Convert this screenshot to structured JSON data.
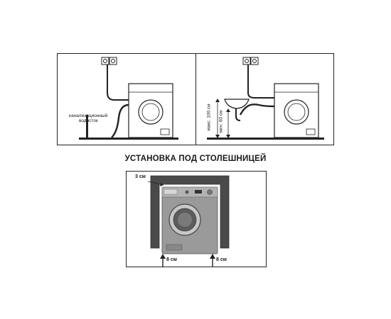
{
  "diagrams": {
    "left": {
      "drain_label_line1": "канализационный",
      "drain_label_line2": "водосток"
    },
    "right": {
      "max_height_label": "макс. 100 см",
      "min_height_label": "мин. 60 см"
    }
  },
  "section_title": "УСТАНОВКА ПОД СТОЛЕШНИЦЕЙ",
  "under_counter": {
    "top_gap_label": "3 см",
    "left_bottom_gap_label": "8 см",
    "right_bottom_gap_label": "8 см"
  },
  "colors": {
    "line": "#222222",
    "cabinet": "#4a4a4a",
    "machine_body": "#9a9a9a",
    "ground": "#222222"
  }
}
